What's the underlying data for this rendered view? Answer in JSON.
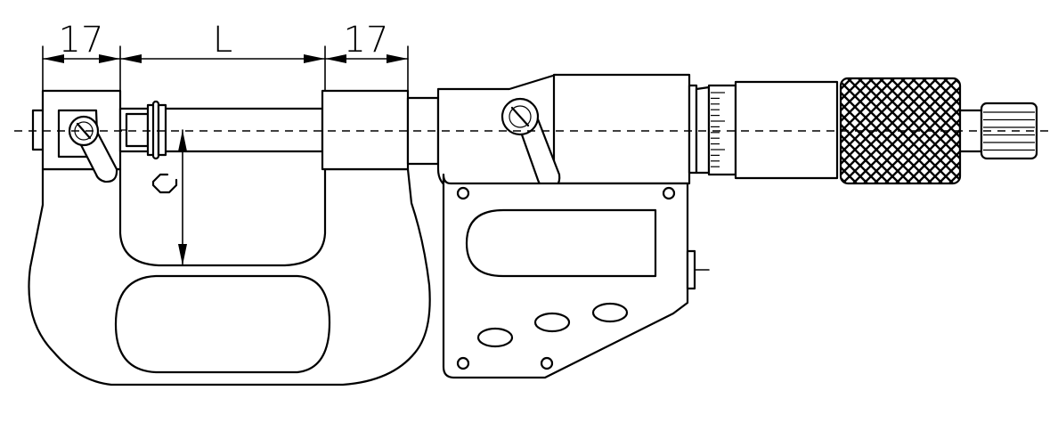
{
  "dimensions": {
    "left": "17",
    "middle": "L",
    "right": "17"
  },
  "colors": {
    "line": "#000000",
    "background": "#ffffff"
  }
}
